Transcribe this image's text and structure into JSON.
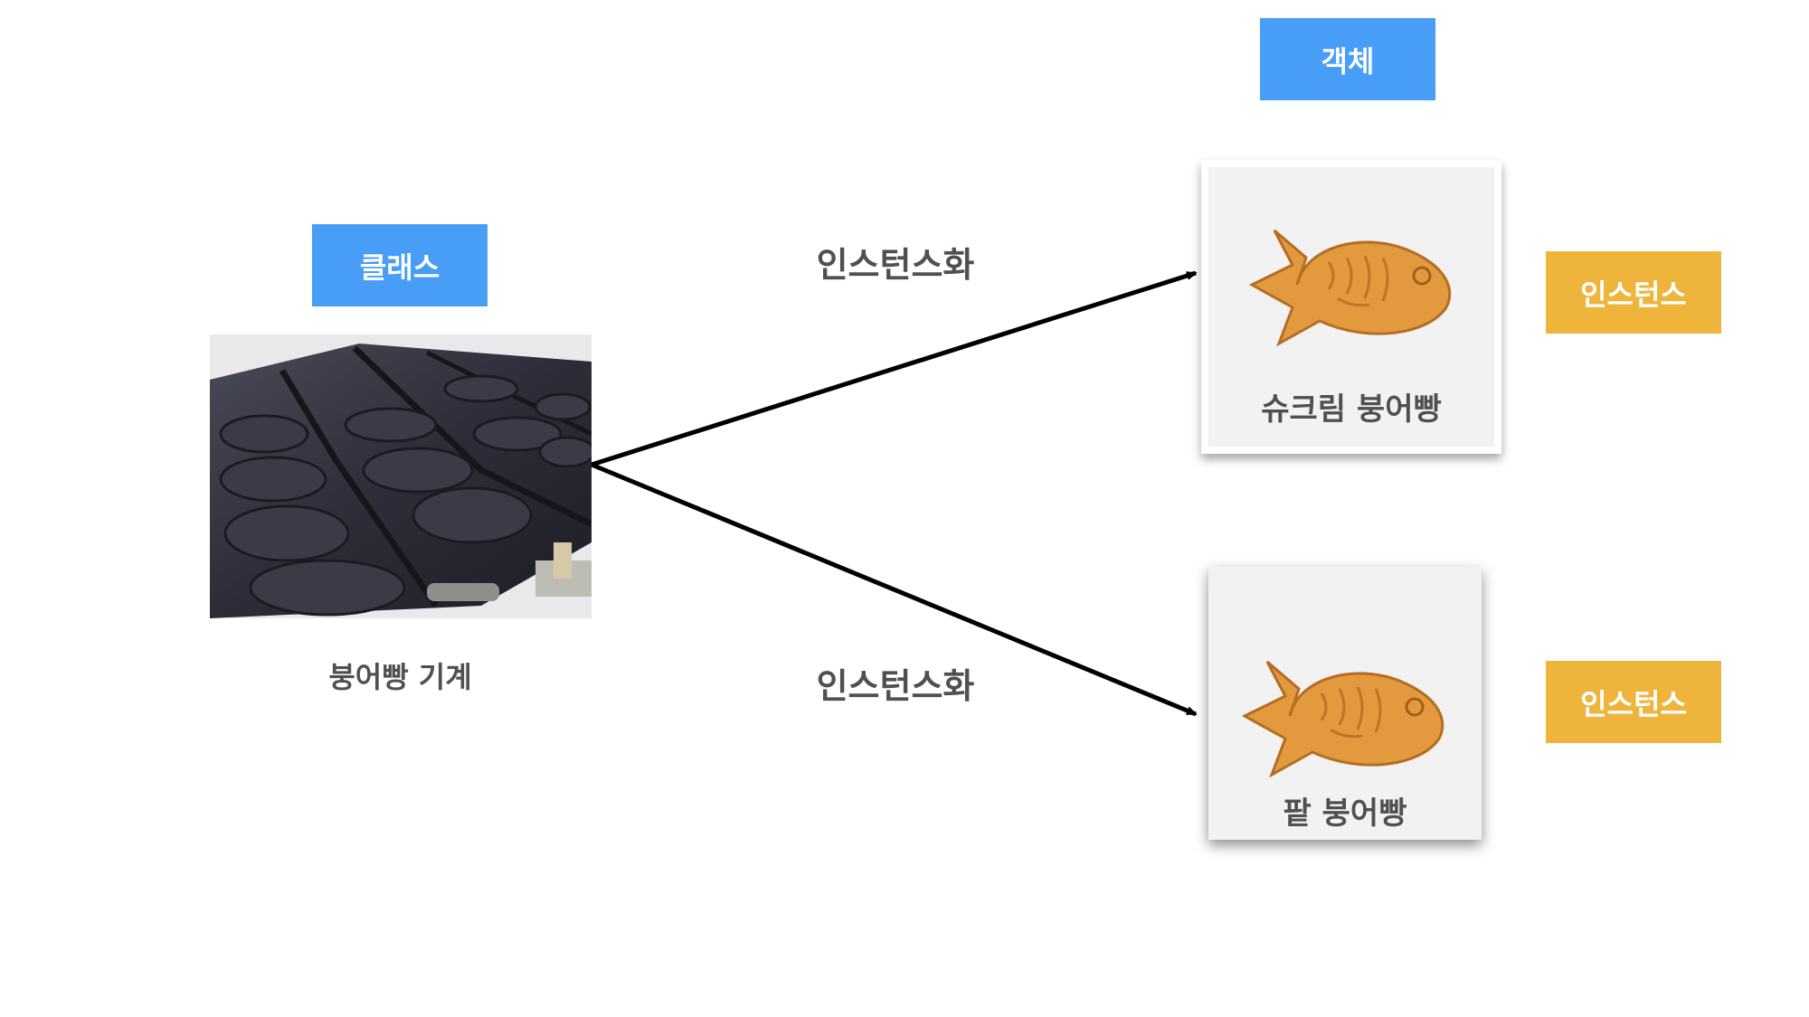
{
  "class_tag": "클래스",
  "object_tag": "객체",
  "machine_label": "붕어빵 기계",
  "instantiate_top": "인스턴스화",
  "instantiate_bottom": "인스턴스화",
  "card_top_label": "슈크림 붕어빵",
  "card_bottom_label": "팥 붕어빵",
  "instance_tag_top": "인스턴스",
  "instance_tag_bottom": "인스턴스",
  "colors": {
    "blue_tag": "#489df6",
    "orange_tag": "#efb43c",
    "text_gray": "#505050",
    "fish": "#e39a3e"
  }
}
